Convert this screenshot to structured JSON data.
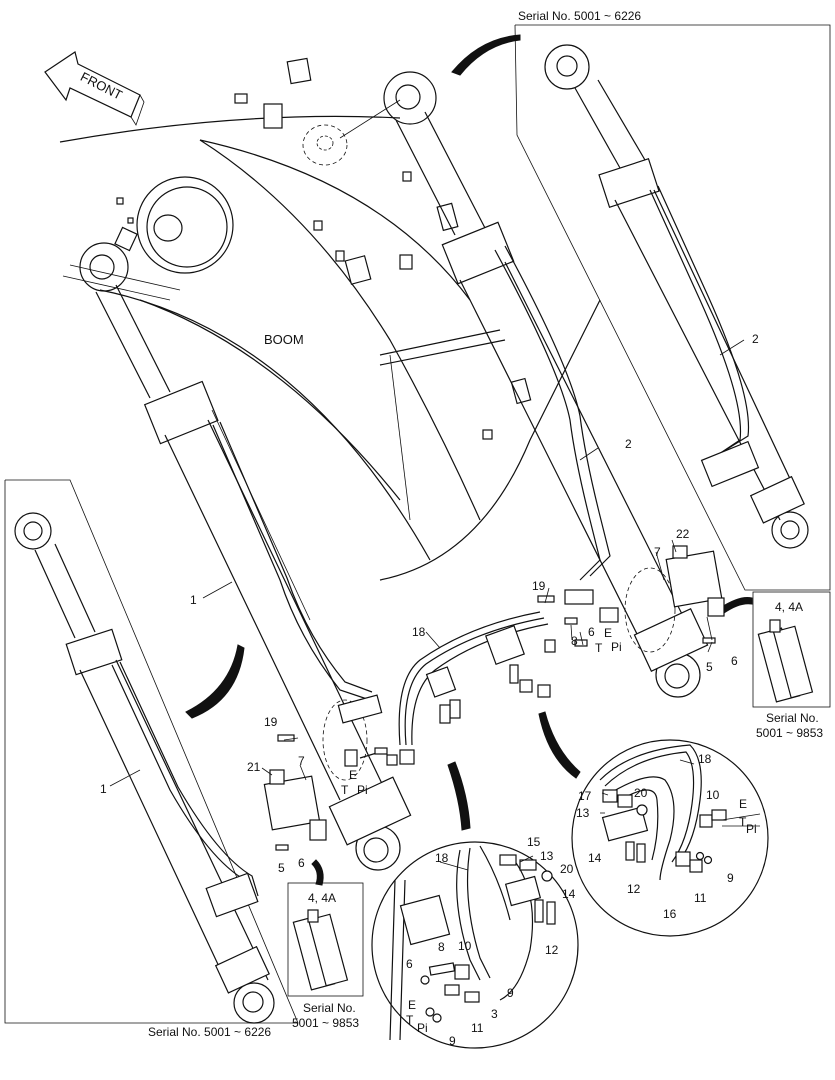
{
  "labels": {
    "serial_top": "Serial No. 5001 ~ 6226",
    "serial_bottom_left": "Serial No. 5001 ~ 6226",
    "front": "FRONT",
    "boom": "BOOM",
    "valve_right_title": "4, 4A",
    "valve_right_serial_1": "Serial No.",
    "valve_right_serial_2": "5001 ~ 9853",
    "valve_left_title": "4, 4A",
    "valve_left_serial_1": "Serial No.",
    "valve_left_serial_2": "5001 ~ 9853",
    "port_E": "E",
    "port_T": "T",
    "port_Pi": "Pi"
  },
  "part_numbers": {
    "p1": "1",
    "p2": "2",
    "p3": "3",
    "p5": "5",
    "p6": "6",
    "p7": "7",
    "p8": "8",
    "p9": "9",
    "p10": "10",
    "p11": "11",
    "p12": "12",
    "p13": "13",
    "p14": "14",
    "p15": "15",
    "p16": "16",
    "p17": "17",
    "p18": "18",
    "p19": "19",
    "p20": "20",
    "p21": "21",
    "p22": "22"
  },
  "colors": {
    "line": "#111111",
    "paper": "#ffffff"
  }
}
